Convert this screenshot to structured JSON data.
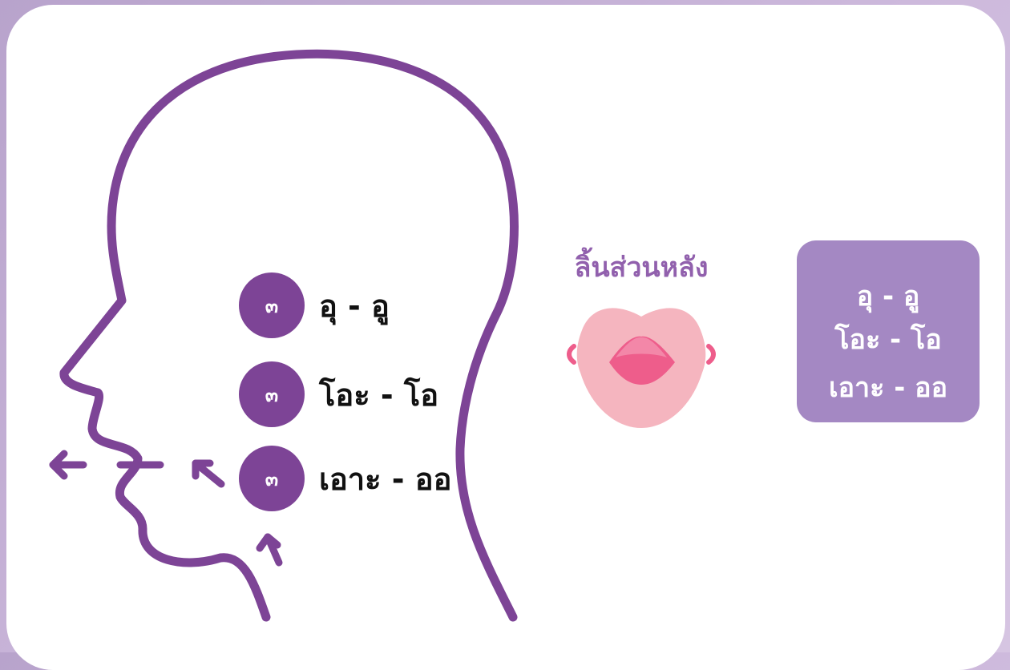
{
  "vowel_pairs": [
    {
      "badge": "๓",
      "label": "อุ - อู"
    },
    {
      "badge": "๓",
      "label": "โอะ - โอ"
    },
    {
      "badge": "๓",
      "label": "เอาะ - ออ"
    }
  ],
  "tongue_title": "ลิ้นส่วนหลัง",
  "summary": {
    "lines": [
      "อุ - อู",
      "โอะ - โอ",
      "เอาะ - ออ"
    ]
  },
  "colors": {
    "head_outline": "#7d4496",
    "badge": "#7d4496",
    "title": "#9160ad",
    "summary_box": "#a488c3",
    "lips": "#f5b5bf",
    "inner_mouth": "#ee5d8b"
  },
  "icons": {
    "head": "head-profile-icon",
    "arrows": "airflow-arrow-icon",
    "lips": "rounded-lips-icon"
  }
}
